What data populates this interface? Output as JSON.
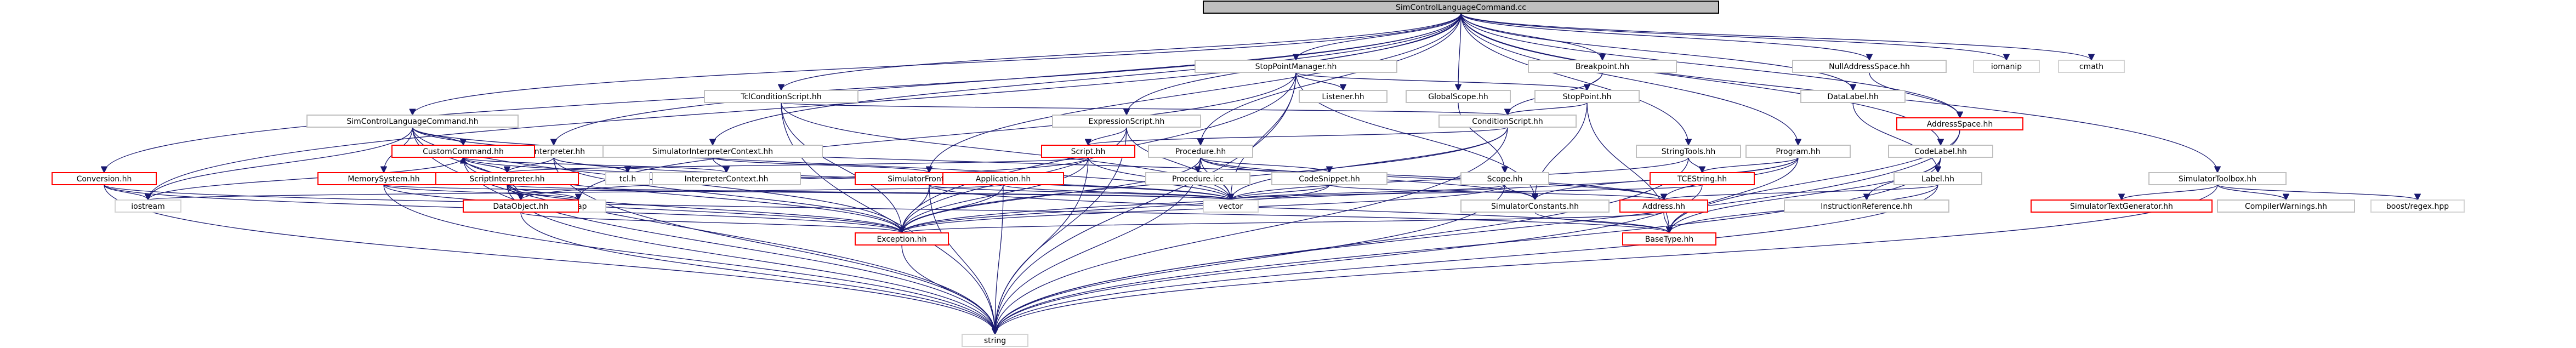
{
  "nodes": {
    "root": "SimControlLanguageCommand.cc",
    "stop_point_manager": "StopPointManager.hh",
    "breakpoint": "Breakpoint.hh",
    "null_address_space": "NullAddressSpace.hh",
    "iomanip": "iomanip",
    "cmath": "cmath",
    "tcl_condition_script": "TclConditionScript.hh",
    "listener": "Listener.hh",
    "global_scope": "GlobalScope.hh",
    "stop_point": "StopPoint.hh",
    "data_label": "DataLabel.hh",
    "address_space": "AddressSpace.hh",
    "sim_control_language_command_hh": "SimControlLanguageCommand.hh",
    "expression_script": "ExpressionScript.hh",
    "condition_script": "ConditionScript.hh",
    "tcl_interpreter": "TclInterpreter.hh",
    "simulator_interpreter_context": "SimulatorInterpreterContext.hh",
    "script": "Script.hh",
    "procedure": "Procedure.hh",
    "string_tools": "StringTools.hh",
    "program": "Program.hh",
    "code_label": "CodeLabel.hh",
    "custom_command": "CustomCommand.hh",
    "conversion": "Conversion.hh",
    "memory_system": "MemorySystem.hh",
    "script_interpreter": "ScriptInterpreter.hh",
    "tcl_h": "tcl.h",
    "interpreter_context": "InterpreterContext.hh",
    "simulator_frontend": "SimulatorFrontend.hh",
    "application": "Application.hh",
    "procedure_icc": "Procedure.icc",
    "code_snippet": "CodeSnippet.hh",
    "scope": "Scope.hh",
    "tce_string": "TCEString.hh",
    "label": "Label.hh",
    "simulator_toolbox": "SimulatorToolbox.hh",
    "iostream": "iostream",
    "map": "map",
    "data_object": "DataObject.hh",
    "vector": "vector",
    "simulator_constants": "SimulatorConstants.hh",
    "address": "Address.hh",
    "instruction_reference": "InstructionReference.hh",
    "simulator_text_generator": "SimulatorTextGenerator.hh",
    "compiler_warnings": "CompilerWarnings.hh",
    "boost_regex": "boost/regex.hpp",
    "exception": "Exception.hh",
    "base_type": "BaseType.hh",
    "string": "string"
  },
  "colors": {
    "edge": "#191970",
    "root_fill": "#bfbfbf",
    "node_border": "#bfbfbf",
    "red_border": "#ff0000",
    "plain_border": "#d3d3d3"
  }
}
